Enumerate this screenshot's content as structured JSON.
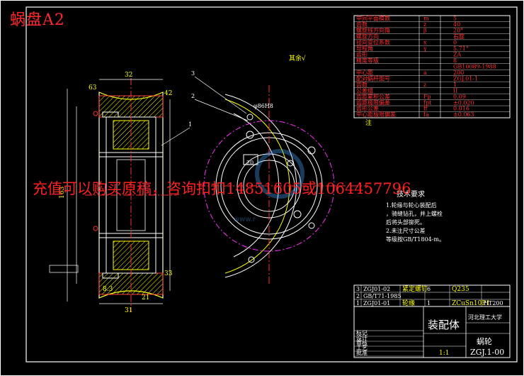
{
  "sheet": {
    "title": "蜗盘A2",
    "promo": "充值可以购买原稿，咨询扣扣1485160​5或1064457796",
    "watermark": "www.r",
    "accent": "#ffff00",
    "border": "#ffffff",
    "annotation_color": "#ff2020"
  },
  "front_view": {
    "labels": [
      "3",
      "2",
      "1"
    ],
    "mark": "其余√",
    "dim_top": "φ86H8",
    "key_dim": "20"
  },
  "side_view": {
    "dims": [
      "63",
      "32",
      "42",
      "33",
      "163",
      "8.3",
      "31",
      "21"
    ]
  },
  "params_table": {
    "rows": [
      {
        "name": "中间平面模数",
        "sym": "m",
        "val": "5"
      },
      {
        "name": "齿数",
        "sym": "z",
        "val": "40"
      },
      {
        "name": "螺旋线方向角",
        "sym": "β",
        "val": "20°"
      },
      {
        "name": "螺旋方向",
        "sym": "",
        "val": "右旋"
      },
      {
        "name": "径向变位系数",
        "sym": "x",
        "val": "0"
      },
      {
        "name": "导程角",
        "sym": "γ",
        "val": "5.71°"
      },
      {
        "name": "齿形",
        "sym": "",
        "val": "ZA"
      },
      {
        "name": "精度等级",
        "sym": "",
        "val": "8"
      },
      {
        "name": "",
        "sym": "",
        "val": "GB10089-1988"
      },
      {
        "name": "中心距",
        "sym": "a",
        "val": "200"
      },
      {
        "name": "配对蜗杆图号",
        "sym": "",
        "val": "ZGJ.01-1"
      },
      {
        "name": "齿数",
        "sym": "z",
        "val": "1"
      },
      {
        "name": "公差组",
        "sym": "",
        "val": "II"
      },
      {
        "name": "齿距累积公差",
        "sym": "Fp",
        "val": "0.09"
      },
      {
        "name": "齿距极限偏差",
        "sym": "fpt",
        "val": "±0.020"
      },
      {
        "name": "齿形公差",
        "sym": "ff",
        "val": "0.016"
      },
      {
        "name": "中心距极限偏差",
        "sym": "fa",
        "val": "±0.063"
      }
    ],
    "note": "注"
  },
  "tech_req": {
    "heading": "技术要求",
    "lines": [
      "1.轮缘与轮心装配后",
      "，骑缝钻孔，并上螺栓",
      "后将头部铆死。",
      "2.未注尺寸公差",
      "等级按GB/T1804-m。"
    ]
  },
  "parts_list": {
    "rows": [
      {
        "no": "3",
        "code": "ZGJ01-02",
        "name": "紧定螺钉",
        "qty": "6",
        "mat": "Q235"
      },
      {
        "no": "2",
        "code": "GB/T71-1985",
        "name": "",
        "qty": "",
        "mat": ""
      },
      {
        "no": "1",
        "code": "ZGJ01-01",
        "name": "轮缘",
        "qty": "1",
        "mat": "ZCuSn10P1"
      }
    ],
    "material_box": "HT200"
  },
  "title_block": {
    "drawing_name": "装配体",
    "school": "河北理工大学",
    "part_name": "蜗轮",
    "drawing_no": "ZGJ.1-00",
    "scale": "1:1",
    "rows": [
      "标记",
      "设计",
      "审核",
      "工艺",
      "批准"
    ]
  }
}
